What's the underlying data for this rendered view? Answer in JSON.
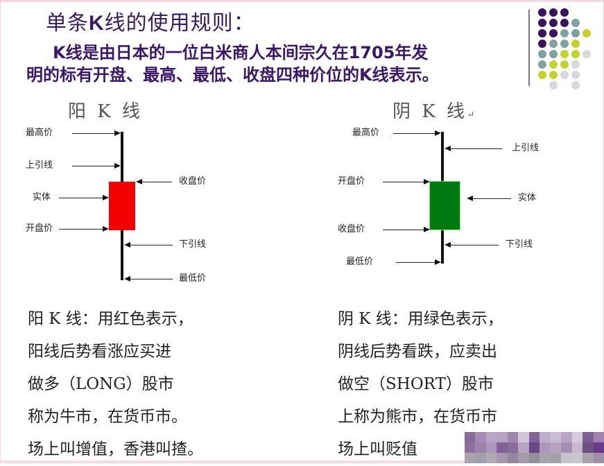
{
  "slide": {
    "title_prefix": "单条",
    "title_k": "K",
    "title_suffix": "线的使用规则：",
    "intro_line1": "K线是由日本的一位白米商人本间宗久在1705年发",
    "intro_line2": "明的标有开盘、最高、最低、收盘四种价位的K线表示。"
  },
  "colors": {
    "title": "#3a1c5c",
    "intro": "#3b1766",
    "yang_body": "#f20000",
    "yin_body": "#007a10",
    "border": "#f3d3de"
  },
  "decoration": {
    "dot_colors": {
      "purple": "#3b1260",
      "teal": "#7fa3a0",
      "lime": "#c4d12e",
      "gray": "#d7d7de"
    },
    "dot_grid": [
      [
        "purple",
        "purple",
        "purple",
        "",
        ""
      ],
      [
        "purple",
        "purple",
        "purple",
        "teal",
        ""
      ],
      [
        "purple",
        "purple",
        "teal",
        "teal",
        "lime"
      ],
      [
        "purple",
        "teal",
        "teal",
        "lime",
        ""
      ],
      [
        "teal",
        "teal",
        "lime",
        "lime",
        "gray"
      ],
      [
        "teal",
        "lime",
        "lime",
        "gray",
        ""
      ],
      [
        "lime",
        "lime",
        "gray",
        "gray",
        ""
      ],
      [
        "",
        "gray",
        "",
        "gray",
        ""
      ]
    ]
  },
  "yang": {
    "title": "阳 K 线",
    "labels": {
      "high": "最高价",
      "upper_shadow": "上引线",
      "body": "实体",
      "open": "开盘价",
      "close": "收盘价",
      "lower_shadow": "下引线",
      "low": "最低价"
    },
    "description": [
      "阳 K 线：用红色表示，",
      "阳线后势看涨应买进",
      "做多（LONG）股市",
      "称为牛市，在货币市。",
      "场上叫增值，香港叫揸。"
    ]
  },
  "yin": {
    "title": "阴 K 线",
    "title_mark": "↵",
    "labels": {
      "high": "最高价",
      "upper_shadow": "上引线",
      "open": "开盘价",
      "body": "实体",
      "close": "收盘价",
      "lower_shadow": "下引线",
      "low": "最低价"
    },
    "description": [
      "阴 K 线：用绿色表示，",
      "阴线后势看跌，应卖出",
      "做空（SHORT）股市",
      "上称为熊市，在货币市",
      "场上叫贬值"
    ]
  },
  "watermark": {
    "pixel_colors": [
      "#8a6a9c",
      "#a58ab5",
      "#b9a3c7",
      "#b7a2c4",
      "#9e86ad",
      "#d3c5dc",
      "#836296",
      "#c0adcc",
      "#cbbcd5",
      "#b9a3c7",
      "#d6cade",
      "#7f5f95",
      "#9e82b0",
      "#8e6fa0",
      "#9d82ae",
      "#ad97bb",
      "#83609a",
      "#8a6c9c",
      "#b6a5c0",
      "#6b4684",
      "#ae97ba",
      "#b7a2c4",
      "#a48fb3",
      "#c8b9d1",
      "#6d4f80",
      "#6a3a86",
      "#a8a3ad",
      "#a29fa8",
      "#aeaab2",
      "#a596ad",
      "#9485a0",
      "#a19ca6",
      "#938e9a",
      "#a8a4ad",
      "#a3a1a7",
      "#c7c3cb",
      "#cac6cd",
      "#a7a3ad",
      "#a190a8"
    ]
  }
}
